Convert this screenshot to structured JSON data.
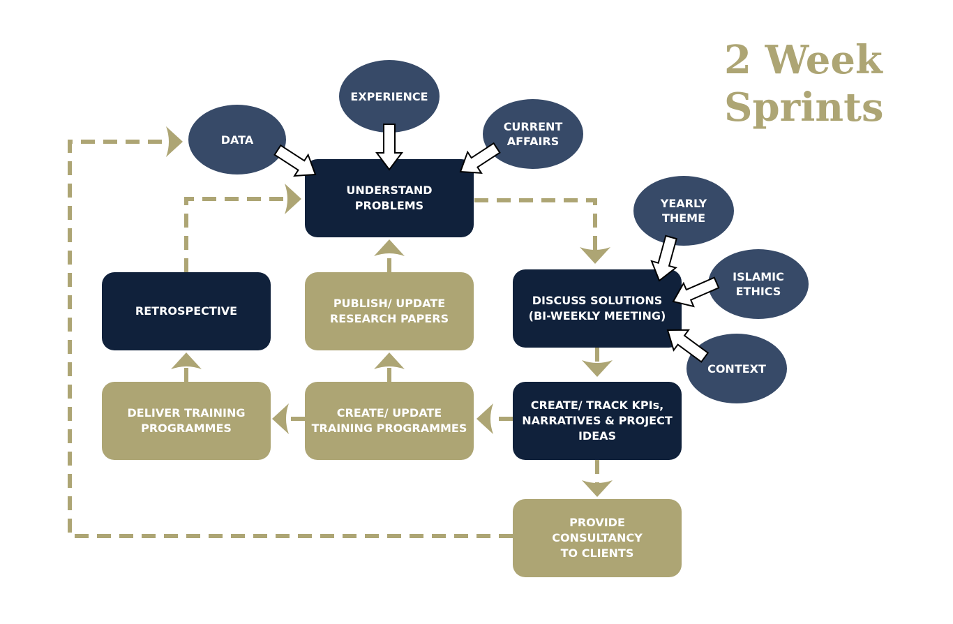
{
  "title": "2 Week\nSprints",
  "colors": {
    "dark": "#10213b",
    "ellipse": "#374a68",
    "tan": "#ada574"
  },
  "boxes": {
    "understand": "UNDERSTAND\nPROBLEMS",
    "retrospective": "RETROSPECTIVE",
    "publish": "PUBLISH/ UPDATE\nRESEARCH PAPERS",
    "discuss": "DISCUSS SOLUTIONS\n(BI-WEEKLY MEETING)",
    "deliver": "DELIVER TRAINING\nPROGRAMMES",
    "create_training": "CREATE/ UPDATE\nTRAINING PROGRAMMES",
    "kpis": "CREATE/ TRACK KPIs,\nNARRATIVES & PROJECT\nIDEAS",
    "consultancy": "PROVIDE\nCONSULTANCY\nTO CLIENTS"
  },
  "inputs": {
    "data": "DATA",
    "experience": "EXPERIENCE",
    "current_affairs": "CURRENT\nAFFAIRS",
    "yearly_theme": "YEARLY\nTHEME",
    "islamic_ethics": "ISLAMIC\nETHICS",
    "context": "CONTEXT"
  }
}
